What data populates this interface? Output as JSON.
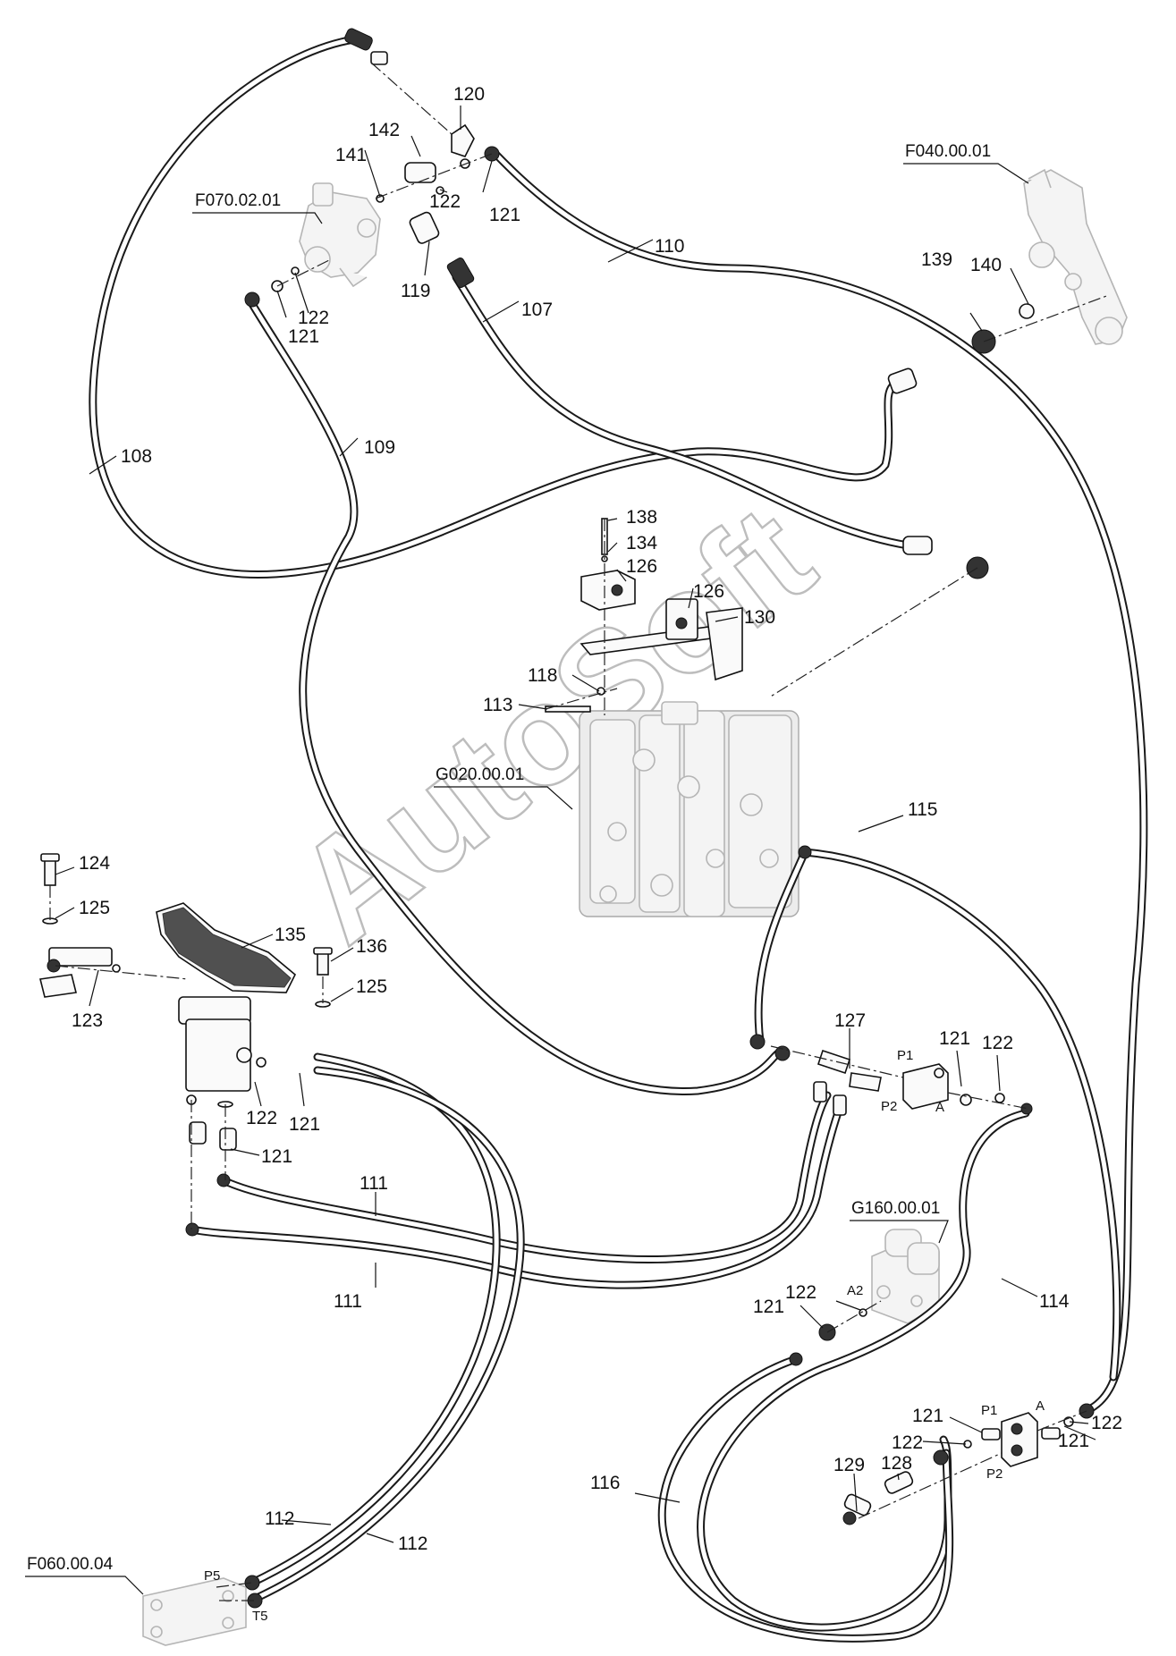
{
  "watermark": {
    "text": "AutoSoft"
  },
  "reference_assemblies": [
    {
      "id": "f070",
      "label": "F070.02.01"
    },
    {
      "id": "f040",
      "label": "F040.00.01"
    },
    {
      "id": "g020",
      "label": "G020.00.01"
    },
    {
      "id": "g160",
      "label": "G160.00.01"
    },
    {
      "id": "f060",
      "label": "F060.00.04"
    }
  ],
  "callouts": {
    "c120": "120",
    "c142": "142",
    "c141": "141",
    "c122a": "122",
    "c121a": "121",
    "c119": "119",
    "c122b": "122",
    "c121b": "121",
    "c110": "110",
    "c107": "107",
    "c139": "139",
    "c140": "140",
    "c108": "108",
    "c109": "109",
    "c138": "138",
    "c134": "134",
    "c126a": "126",
    "c126b": "126",
    "c130": "130",
    "c118": "118",
    "c113": "113",
    "c115": "115",
    "c124": "124",
    "c125a": "125",
    "c135": "135",
    "c136": "136",
    "c125b": "125",
    "c123": "123",
    "c122c": "122",
    "c121c": "121",
    "c121d": "121",
    "c127": "127",
    "c121e": "121",
    "c122d": "122",
    "c111a": "111",
    "c111b": "111",
    "c114": "114",
    "c121f": "121",
    "c122e": "122",
    "c116": "116",
    "c121g": "121",
    "c122f": "122",
    "c121h": "121",
    "c122g": "122",
    "c129": "129",
    "c128": "128",
    "c112a": "112",
    "c112b": "112"
  },
  "ports": {
    "p_p1a": "P1",
    "p_p2a": "P2",
    "p_aa": "A",
    "p_a2": "A2",
    "p_p1b": "P1",
    "p_ab": "A",
    "p_p2b": "P2",
    "p_p5": "P5",
    "p_t5": "T5"
  }
}
